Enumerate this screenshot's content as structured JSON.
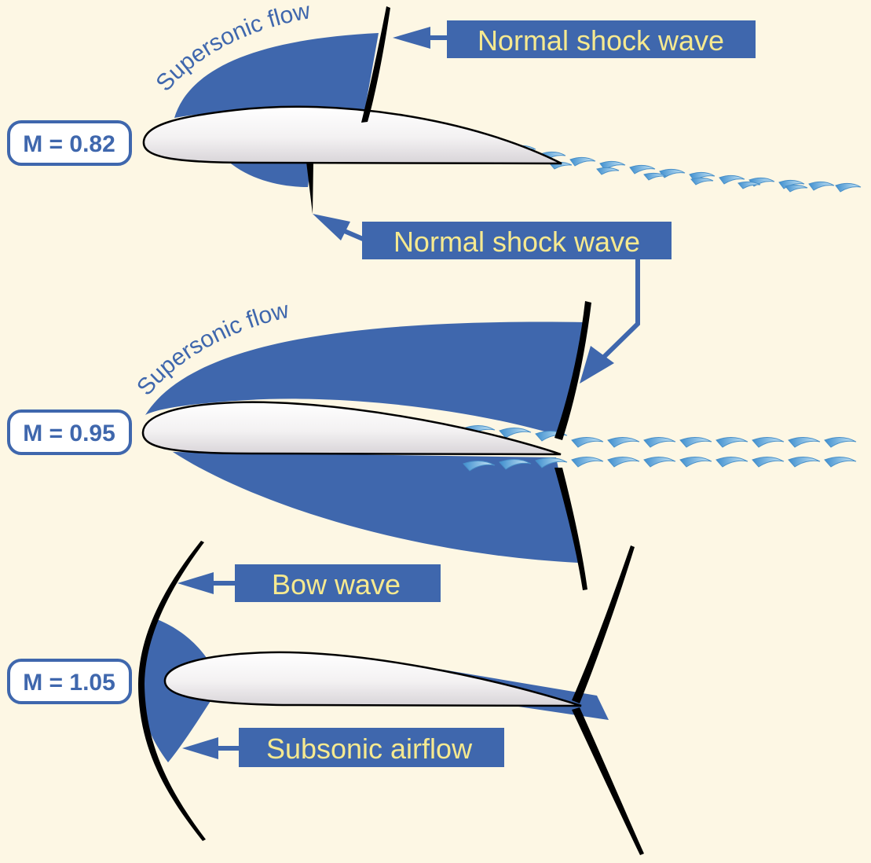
{
  "panels": [
    {
      "mach": "M = 0.82",
      "flow_label": "Supersonic flow",
      "shock_label_upper": "Normal shock wave",
      "shock_label_lower": "Normal shock wave"
    },
    {
      "mach": "M = 0.95",
      "flow_label": "Supersonic flow"
    },
    {
      "mach": "M = 1.05",
      "bow_label": "Bow wave",
      "subsonic_label": "Subsonic airflow"
    }
  ],
  "colors": {
    "background": "#fdf7e4",
    "region_blue": "#3f67ad",
    "label_text": "#f6e98f",
    "swirl_light": "#b9dff2",
    "swirl_dark": "#3f8fcf"
  }
}
